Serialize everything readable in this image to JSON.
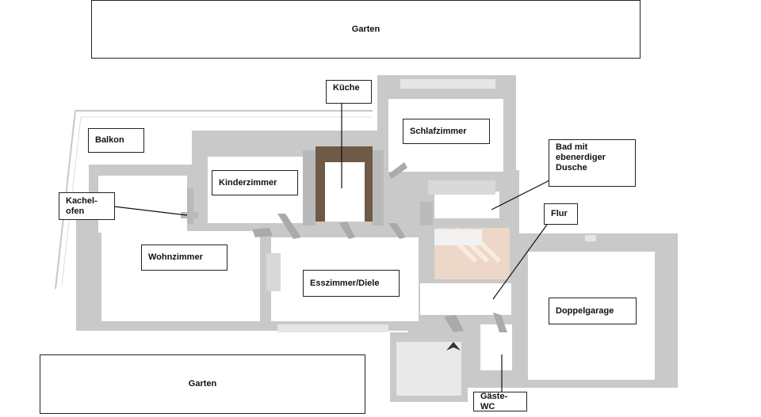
{
  "labels": {
    "garten_top": "Garten",
    "garten_bottom": "Garten",
    "kueche": "Küche",
    "schlafzimmer": "Schlafzimmer",
    "balkon": "Balkon",
    "bad_line1": "Bad mit",
    "bad_line2": "ebenerdiger",
    "bad_line3": "Dusche",
    "kinderzimmer": "Kinderzimmer",
    "kachelofen_line1": "Kachel-",
    "kachelofen_line2": "ofen",
    "flur": "Flur",
    "wohnzimmer": "Wohnzimmer",
    "esszimmer": "Esszimmer/Diele",
    "doppelgarage": "Doppelgarage",
    "gaeste_wc": "Gäste-WC"
  },
  "colors": {
    "wall": "#c9c9c9",
    "wall_dark": "#a9a9a9",
    "floor": "#ffffff",
    "wood_floor": "#6f5a48",
    "stairs": "#ecd7c8",
    "label_border": "#222222"
  }
}
